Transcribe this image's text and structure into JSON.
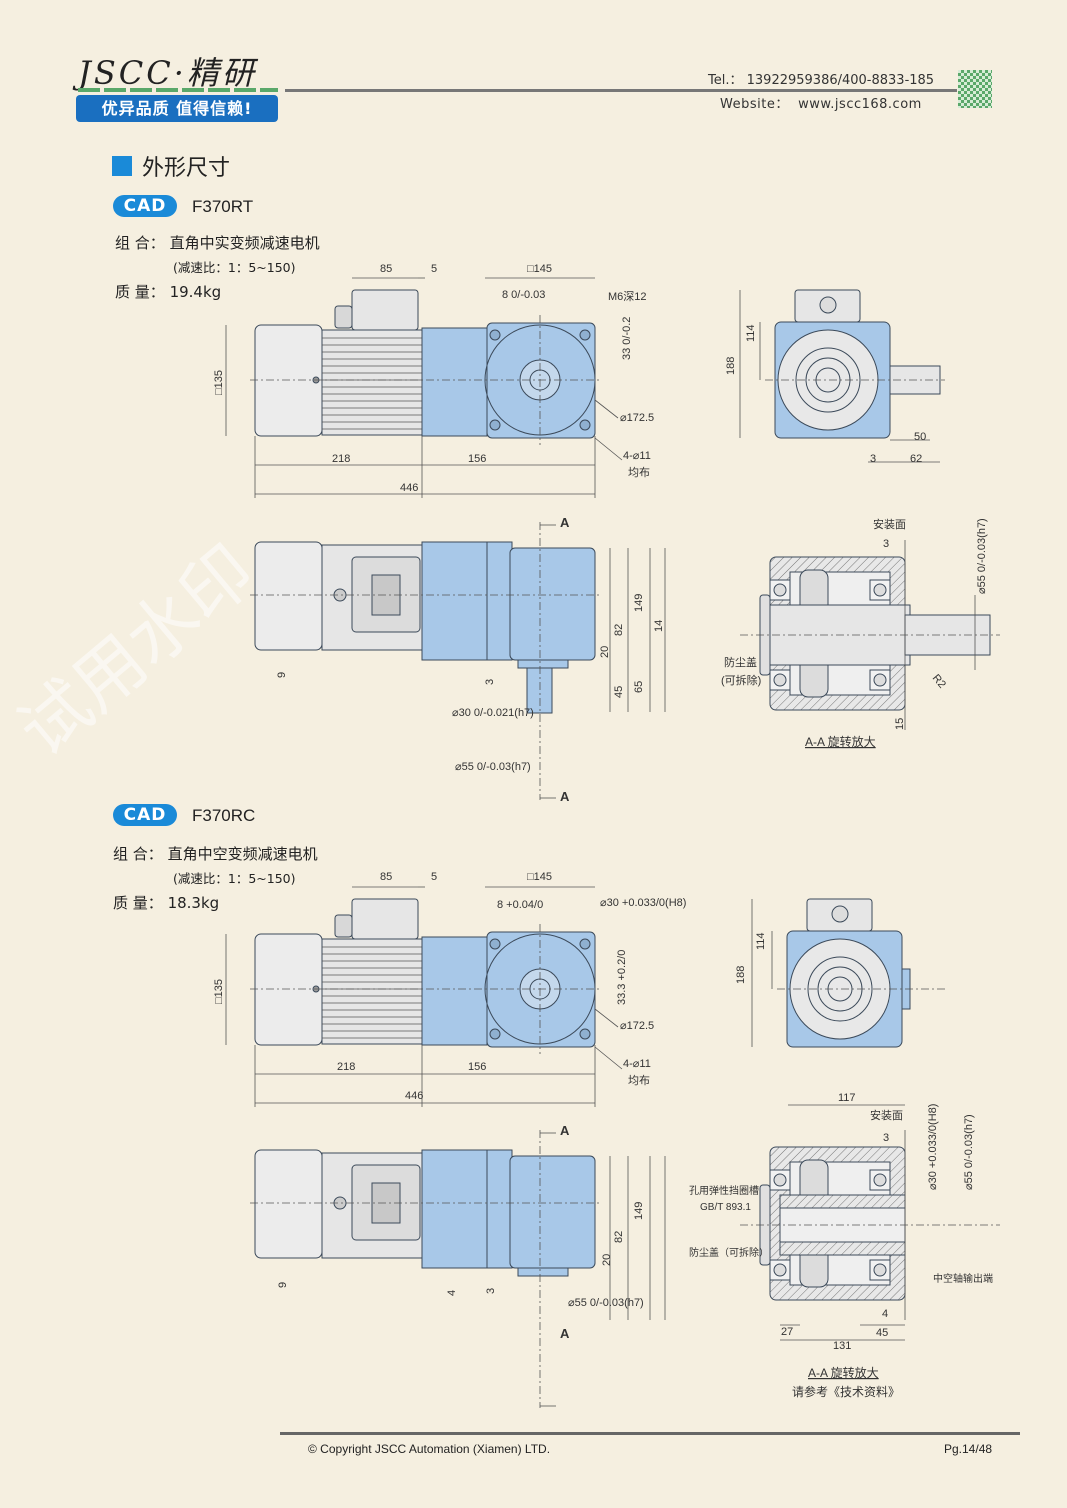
{
  "header": {
    "logo_text": "JSCC·精研",
    "slogan": "优异品质 值得信赖!",
    "tel_label": "Tel.：",
    "tel": "13922959386/400-8833-185",
    "website_label": "Website：",
    "website": "www.jscc168.com"
  },
  "section_title": "外形尺寸",
  "watermark": "试用水印",
  "products": [
    {
      "cad": "CAD",
      "model": "F370RT",
      "combo_label": "组 合：",
      "combo": "直角中实变频减速电机",
      "ratio": "(减速比：1：5~150)",
      "mass_label": "质 量：",
      "mass": "19.4kg",
      "front": {
        "d85": "85",
        "d5": "5",
        "flange": "□145",
        "key": "8 0/-0.03",
        "tap": "M6深12",
        "d33": "33 0/-0.2",
        "pcd": "⌀172.5",
        "holes": "4-⌀11",
        "even": "均布",
        "body": "□135",
        "d218": "218",
        "d156": "156",
        "d446": "446"
      },
      "side": {
        "d114": "114",
        "d188": "188",
        "d50": "50",
        "d62": "62",
        "d3": "3"
      },
      "bottom": {
        "a1": "A",
        "a2": "A",
        "d149": "149",
        "d82": "82",
        "d20": "20",
        "d14": "14",
        "d45": "45",
        "d65": "65",
        "d3": "3",
        "d9": "9",
        "shaft30": "⌀30 0/-0.021(h7)",
        "shaft55": "⌀55 0/-0.03(h7)"
      },
      "section": {
        "mount": "安装面",
        "d3": "3",
        "d55": "⌀55 0/-0.03(h7)",
        "cover": "防尘盖",
        "removable": "(可拆除)",
        "r2": "R2",
        "d15": "15",
        "caption": "A-A 旋转放大"
      }
    },
    {
      "cad": "CAD",
      "model": "F370RC",
      "combo_label": "组 合：",
      "combo": "直角中空变频减速电机",
      "ratio": "(减速比：1：5~150)",
      "mass_label": "质 量：",
      "mass": "18.3kg",
      "front": {
        "d85": "85",
        "d5": "5",
        "flange": "□145",
        "key": "8 +0.04/0",
        "bore": "⌀30 +0.033/0(H8)",
        "d33": "33.3 +0.2/0",
        "pcd": "⌀172.5",
        "holes": "4-⌀11",
        "even": "均布",
        "body": "□135",
        "d218": "218",
        "d156": "156",
        "d446": "446"
      },
      "side": {
        "d114": "114",
        "d188": "188"
      },
      "bottom": {
        "a1": "A",
        "a2": "A",
        "d149": "149",
        "d82": "82",
        "d20": "20",
        "d4": "4",
        "d3": "3",
        "d9": "9",
        "shaft55": "⌀55 0/-0.03(h7)"
      },
      "section": {
        "d117": "117",
        "mount": "安装面",
        "d3": "3",
        "d30": "⌀30 +0.033/0(H8)",
        "d55": "⌀55 0/-0.03(h7)",
        "circlip": "孔用弹性挡圈槽",
        "std": "GB/T 893.1",
        "cover": "防尘盖（可拆除）",
        "hollow": "中空轴输出端",
        "d4": "4",
        "d27": "27",
        "d45": "45",
        "d131": "131",
        "caption": "A-A 旋转放大",
        "ref": "请参考《技术资料》"
      }
    }
  ],
  "footer": {
    "copyright": "© Copyright JSCC Automation (Xiamen) LTD.",
    "page": "Pg.14/48"
  },
  "colors": {
    "accent": "#1a8ad8",
    "part_blue": "#a8c8e8",
    "paper": "#f5efe0"
  }
}
